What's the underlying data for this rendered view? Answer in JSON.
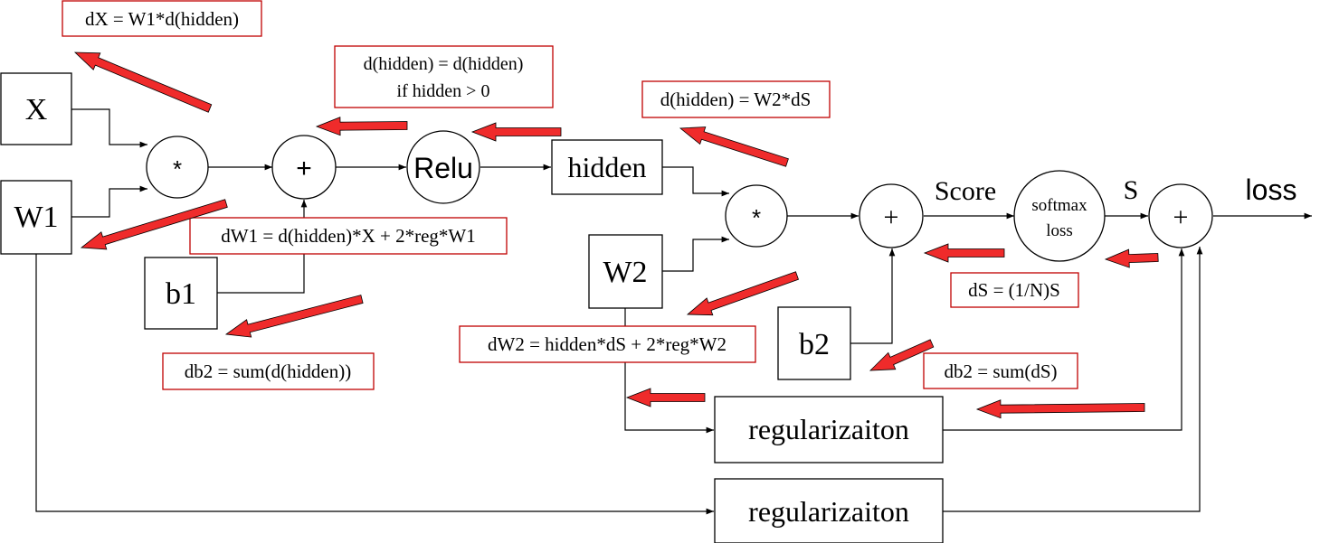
{
  "nodes": {
    "x": "X",
    "w1": "W1",
    "b1": "b1",
    "mul1": "*",
    "add1": "+",
    "relu": "Relu",
    "hidden": "hidden",
    "w2": "W2",
    "mul2": "*",
    "b2": "b2",
    "add2": "+",
    "softmax_line1": "softmax",
    "softmax_line2": "loss",
    "add3": "+",
    "reg1": "regularizaiton",
    "reg2": "regularizaiton"
  },
  "edge_labels": {
    "score": "Score",
    "s": "S",
    "loss": "loss"
  },
  "gradient_notes": {
    "dx": "dX = W1*d(hidden)",
    "dhidden_relu_line1": "d(hidden) = d(hidden)",
    "dhidden_relu_line2": "if hidden > 0",
    "dhidden_w2": "d(hidden) = W2*dS",
    "dw1": "dW1 = d(hidden)*X + 2*reg*W1",
    "db1": "db2 = sum(d(hidden))",
    "dw2": "dW2 = hidden*dS + 2*reg*W2",
    "ds": "dS = (1/N)S",
    "db2": "db2 = sum(dS)"
  },
  "colors": {
    "note_border": "#c00000",
    "gradient_arrow": "#ef2b2b"
  }
}
